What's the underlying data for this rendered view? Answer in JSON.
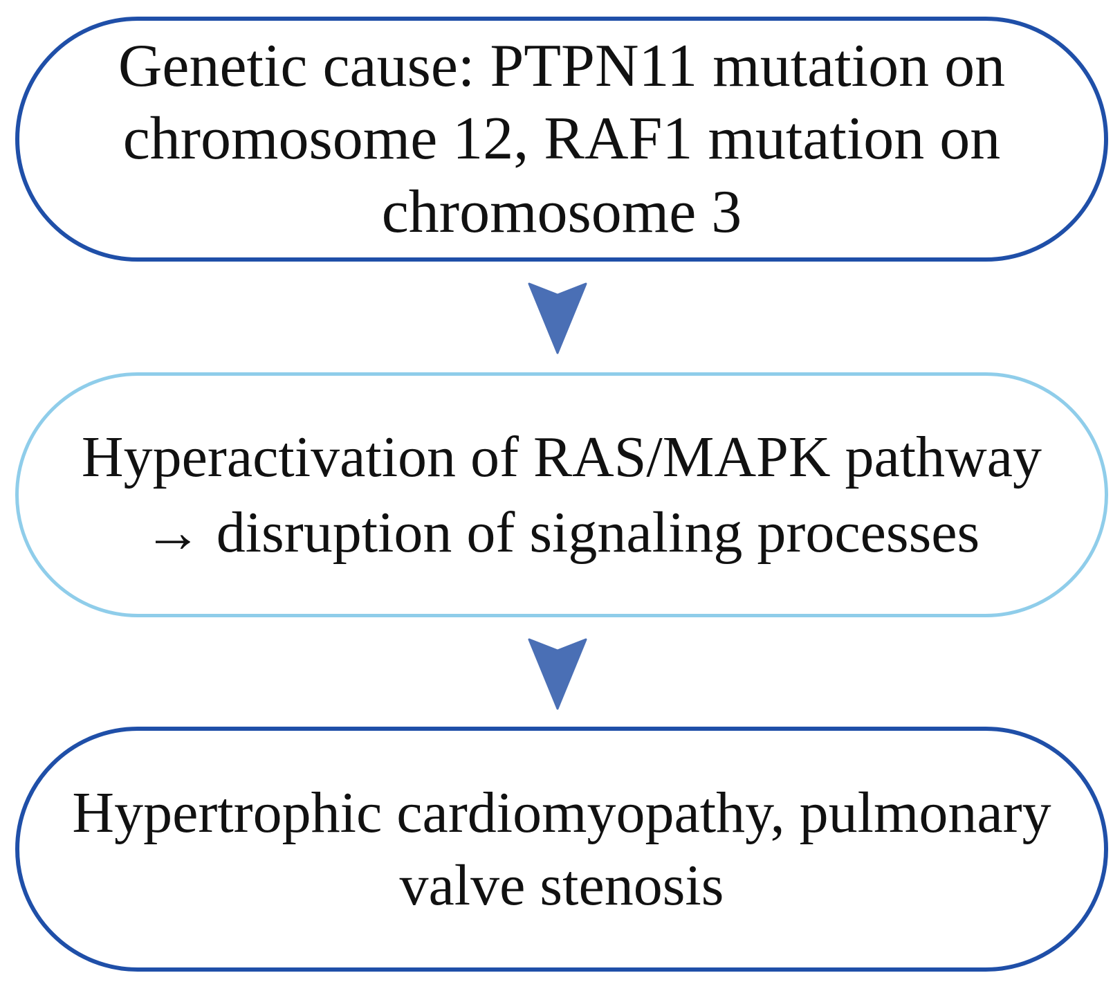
{
  "diagram": {
    "type": "flowchart",
    "nodes": [
      {
        "id": "genetic-cause",
        "text": "Genetic cause: PTPN11 mutation on\nchromosome 12, RAF1 mutation on\nchromosome 3",
        "border_color": "#1f4fa8"
      },
      {
        "id": "pathway",
        "text": "Hyperactivation of RAS/MAPK pathway\n→ disruption of signaling processes",
        "border_color": "#8fcdea"
      },
      {
        "id": "outcome",
        "text": "Hypertrophic cardiomyopathy, pulmonary\nvalve stenosis",
        "border_color": "#1f4fa8"
      }
    ],
    "edges": [
      {
        "from": "genetic-cause",
        "to": "pathway"
      },
      {
        "from": "pathway",
        "to": "outcome"
      }
    ],
    "arrow_color": "#4a6fb5"
  }
}
